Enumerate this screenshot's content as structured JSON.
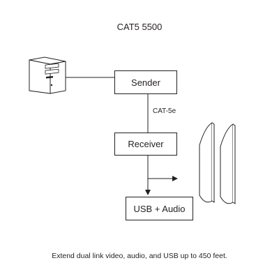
{
  "diagram": {
    "title": "CAT5 5500",
    "sender_label": "Sender",
    "cable_label": "CAT-5e",
    "receiver_label": "Receiver",
    "usb_audio_label": "USB + Audio",
    "caption": "Extend dual link video, audio, and USB up to 450 feet."
  },
  "icons": {
    "computer": "desktop-tower-icon",
    "displays": "dual-monitor-icon"
  },
  "colors": {
    "line": "#231f20",
    "background": "#ffffff"
  }
}
